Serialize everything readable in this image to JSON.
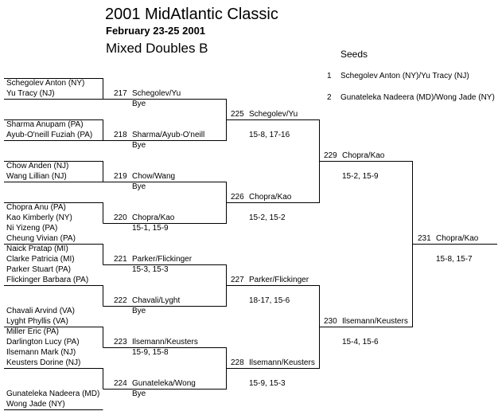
{
  "header": {
    "title": "2001 MidAtlantic Classic",
    "date": "February 23-25 2001",
    "event": "Mixed Doubles B"
  },
  "seeds": {
    "heading": "Seeds",
    "list": [
      {
        "num": "1",
        "name": "Schegolev Anton (NY)/Yu Tracy (NJ)"
      },
      {
        "num": "2",
        "name": "Gunateleka Nadeera (MD)/Wong Jade (NY)"
      }
    ]
  },
  "entries": [
    {
      "p1": "Schegolev Anton (NY)",
      "p2": "Yu Tracy (NJ)"
    },
    {
      "p1": "Sharma Anupam (PA)",
      "p2": "Ayub-O'neill Fuziah (PA)"
    },
    {
      "p1": "Chow Anden (NJ)",
      "p2": "Wang Lillian (NJ)"
    },
    {
      "p1": "Chopra Anu (PA)",
      "p2": "Kao Kimberly (NY)"
    },
    {
      "p1": "Ni Yizeng (PA)",
      "p2": "Cheung Vivian (PA)"
    },
    {
      "p1": "Naick Pratap (MI)",
      "p2": "Clarke Patricia (MI)"
    },
    {
      "p1": "Parker Stuart (PA)",
      "p2": "Flickinger Barbara (PA)"
    },
    {
      "p1": "Chavali Arvind (VA)",
      "p2": "Lyght Phyllis (VA)"
    },
    {
      "p1": "Miller Eric (PA)",
      "p2": "Darlington Lucy (PA)"
    },
    {
      "p1": "Ilsemann Mark (NJ)",
      "p2": "Keusters Dorine (NJ)"
    },
    {
      "p1": "Gunateleka Nadeera (MD)",
      "p2": "Wong Jade (NY)"
    }
  ],
  "round1": [
    {
      "match": "217",
      "winner": "Schegolev/Yu",
      "score": "Bye"
    },
    {
      "match": "218",
      "winner": "Sharma/Ayub-O'neill",
      "score": "Bye"
    },
    {
      "match": "219",
      "winner": "Chow/Wang",
      "score": "Bye"
    },
    {
      "match": "220",
      "winner": "Chopra/Kao",
      "score": "15-1, 15-9"
    },
    {
      "match": "221",
      "winner": "Parker/Flickinger",
      "score": "15-3, 15-3"
    },
    {
      "match": "222",
      "winner": "Chavali/Lyght",
      "score": "Bye"
    },
    {
      "match": "223",
      "winner": "Ilsemann/Keusters",
      "score": "15-9, 15-8"
    },
    {
      "match": "224",
      "winner": "Gunateleka/Wong",
      "score": "Bye"
    }
  ],
  "round2": [
    {
      "match": "225",
      "winner": "Schegolev/Yu",
      "score": "15-8, 17-16"
    },
    {
      "match": "226",
      "winner": "Chopra/Kao",
      "score": "15-2, 15-2"
    },
    {
      "match": "227",
      "winner": "Parker/Flickinger",
      "score": "18-17, 15-6"
    },
    {
      "match": "228",
      "winner": "Ilsemann/Keusters",
      "score": "15-9, 15-3"
    }
  ],
  "round3": [
    {
      "match": "229",
      "winner": "Chopra/Kao",
      "score": "15-2, 15-9"
    },
    {
      "match": "230",
      "winner": "Ilsemann/Keusters",
      "score": "15-4, 15-6"
    }
  ],
  "final": {
    "match": "231",
    "winner": "Chopra/Kao",
    "score": "15-8, 15-7"
  }
}
